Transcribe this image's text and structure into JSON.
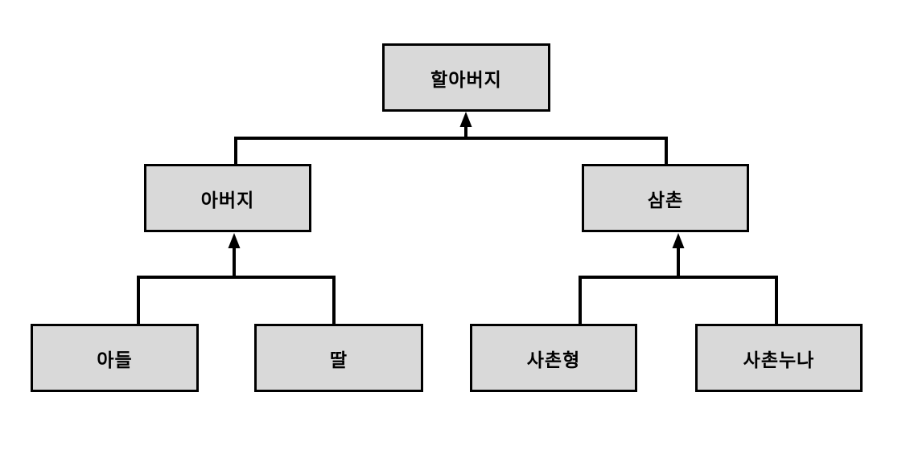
{
  "diagram": {
    "type": "family-tree",
    "language": "Korean",
    "colors": {
      "box_fill": "#d9d9d9",
      "box_border": "#000000",
      "line_color": "#000000",
      "background": "#ffffff",
      "text_color": "#000000"
    },
    "nodes": {
      "grandfather": {
        "label": "할아버지",
        "meaning": "grandfather"
      },
      "father": {
        "label": "아버지",
        "meaning": "father"
      },
      "uncle": {
        "label": "삼촌",
        "meaning": "uncle"
      },
      "son": {
        "label": "아들",
        "meaning": "son"
      },
      "daughter": {
        "label": "딸",
        "meaning": "daughter"
      },
      "cousin_older_brother": {
        "label": "사촌형",
        "meaning": "older male cousin"
      },
      "cousin_older_sister": {
        "label": "사촌누나",
        "meaning": "older female cousin"
      }
    },
    "edges": [
      {
        "from": "father",
        "to": "grandfather",
        "arrow": "up"
      },
      {
        "from": "uncle",
        "to": "grandfather",
        "arrow": "up"
      },
      {
        "from": "son",
        "to": "father",
        "arrow": "up"
      },
      {
        "from": "daughter",
        "to": "father",
        "arrow": "up"
      },
      {
        "from": "cousin_older_brother",
        "to": "uncle",
        "arrow": "up"
      },
      {
        "from": "cousin_older_sister",
        "to": "uncle",
        "arrow": "up"
      }
    ]
  }
}
